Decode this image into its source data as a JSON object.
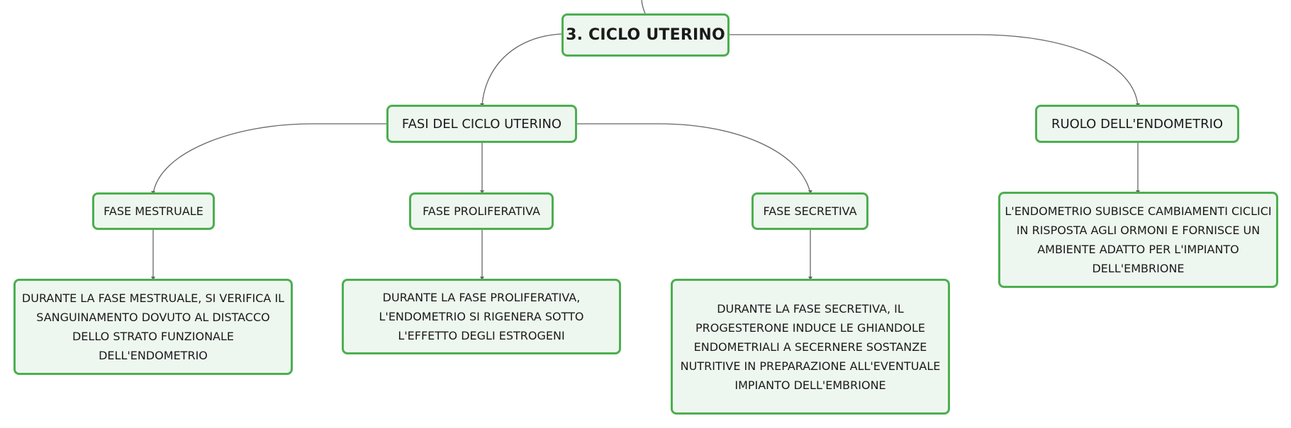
{
  "diagram": {
    "root": {
      "label": "3. CICLO UTERINO"
    },
    "fasi": {
      "label": "FASI DEL CICLO UTERINO"
    },
    "ruolo": {
      "label": "RUOLO DELL'ENDOMETRIO"
    },
    "mestruale": {
      "label": "FASE MESTRUALE"
    },
    "proliferativa": {
      "label": "FASE PROLIFERATIVA"
    },
    "secretiva": {
      "label": "FASE SECRETIVA"
    },
    "mestruale_desc": {
      "text": "DURANTE LA FASE MESTRUALE, SI VERIFICA IL SANGUINAMENTO DOVUTO AL DISTACCO DELLO STRATO FUNZIONALE DELL'ENDOMETRIO"
    },
    "proliferativa_desc": {
      "text": "DURANTE LA FASE PROLIFERATIVA, L'ENDOMETRIO SI RIGENERA SOTTO L'EFFETTO DEGLI ESTROGENI"
    },
    "secretiva_desc": {
      "text": "DURANTE LA FASE SECRETIVA, IL PROGESTERONE INDUCE LE GHIANDOLE ENDOMETRIALI A SECERNERE SOSTANZE NUTRITIVE IN PREPARAZIONE ALL'EVENTUALE IMPIANTO DELL'EMBRIONE"
    },
    "ruolo_desc": {
      "text": "L'ENDOMETRIO SUBISCE CAMBIAMENTI CICLICI IN RISPOSTA AGLI ORMONI E FORNISCE UN AMBIENTE ADATTO PER L'IMPIANTO DELL'EMBRIONE"
    }
  },
  "colors": {
    "node_border": "#4caf50",
    "node_fill": "#eef7ef",
    "connector": "#666666",
    "text": "#1a1a1a"
  }
}
